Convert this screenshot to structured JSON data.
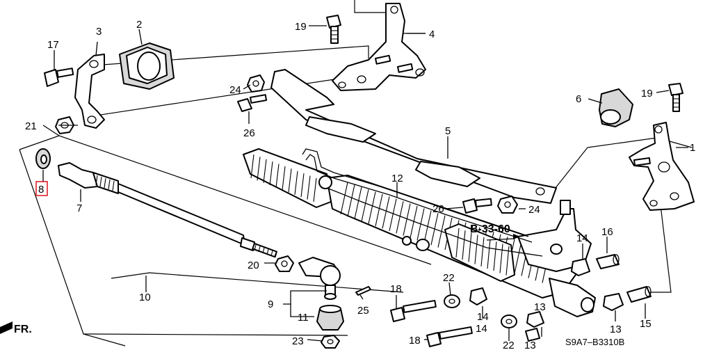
{
  "callouts": [
    {
      "id": "c1",
      "text": "1"
    },
    {
      "id": "c2",
      "text": "2"
    },
    {
      "id": "c3",
      "text": "3"
    },
    {
      "id": "c4",
      "text": "4"
    },
    {
      "id": "c5",
      "text": "5"
    },
    {
      "id": "c6",
      "text": "6"
    },
    {
      "id": "c7",
      "text": "7"
    },
    {
      "id": "c8",
      "text": "8",
      "highlighted": true
    },
    {
      "id": "c9",
      "text": "9"
    },
    {
      "id": "c10",
      "text": "10"
    },
    {
      "id": "c11",
      "text": "11"
    },
    {
      "id": "c12",
      "text": "12"
    },
    {
      "id": "c13a",
      "text": "13"
    },
    {
      "id": "c13b",
      "text": "13"
    },
    {
      "id": "c13c",
      "text": "13"
    },
    {
      "id": "c14a",
      "text": "14"
    },
    {
      "id": "c14b",
      "text": "14"
    },
    {
      "id": "c14c",
      "text": "14"
    },
    {
      "id": "c15",
      "text": "15"
    },
    {
      "id": "c16",
      "text": "16"
    },
    {
      "id": "c17",
      "text": "17"
    },
    {
      "id": "c18a",
      "text": "18"
    },
    {
      "id": "c18b",
      "text": "18"
    },
    {
      "id": "c19a",
      "text": "19"
    },
    {
      "id": "c19b",
      "text": "19"
    },
    {
      "id": "c20",
      "text": "20"
    },
    {
      "id": "c21",
      "text": "21"
    },
    {
      "id": "c22a",
      "text": "22"
    },
    {
      "id": "c22b",
      "text": "22"
    },
    {
      "id": "c23",
      "text": "23"
    },
    {
      "id": "c24a",
      "text": "24"
    },
    {
      "id": "c24b",
      "text": "24"
    },
    {
      "id": "c25",
      "text": "25"
    },
    {
      "id": "c26a",
      "text": "26"
    },
    {
      "id": "c26b",
      "text": "26"
    }
  ],
  "reference": "B-33-60",
  "diagram_code": "S9A7–B3310B",
  "front_marker": "FR.",
  "highlight_color": "#e0202a"
}
